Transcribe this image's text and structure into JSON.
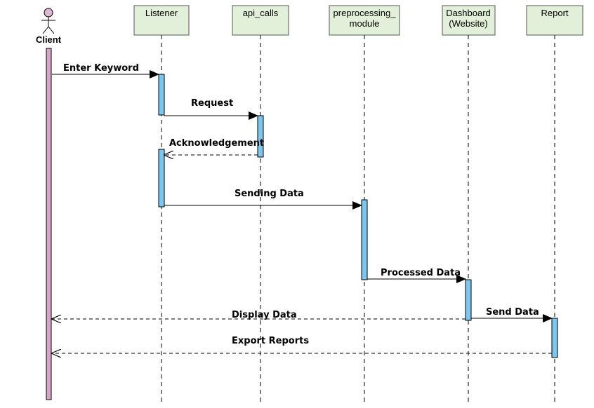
{
  "actor": {
    "label": "Client"
  },
  "participants": [
    {
      "label": "Listener",
      "line2": ""
    },
    {
      "label": "api_calls",
      "line2": ""
    },
    {
      "label": "preprocessing_",
      "line2": "module"
    },
    {
      "label": "Dashboard",
      "line2": "(Website)"
    },
    {
      "label": "Report",
      "line2": ""
    }
  ],
  "messages": [
    {
      "label": "Enter Keyword",
      "from": "Client",
      "to": "Listener",
      "style": "solid"
    },
    {
      "label": "Request",
      "from": "Listener",
      "to": "api_calls",
      "style": "solid"
    },
    {
      "label": "Acknowledgement",
      "from": "api_calls",
      "to": "Listener",
      "style": "dashed"
    },
    {
      "label": "Sending Data",
      "from": "Listener",
      "to": "preprocessing_module",
      "style": "solid"
    },
    {
      "label": "Processed Data",
      "from": "preprocessing_module",
      "to": "Dashboard",
      "style": "solid"
    },
    {
      "label": "Send Data",
      "from": "Dashboard",
      "to": "Report",
      "style": "solid"
    },
    {
      "label": "Display Data",
      "from": "Dashboard",
      "to": "Client",
      "style": "dashed"
    },
    {
      "label": "Export Reports",
      "from": "Report",
      "to": "Client",
      "style": "dashed"
    }
  ],
  "colors": {
    "participant_fill": "#e2f0d9",
    "participant_stroke": "#555555",
    "activation_fill": "#7cc6ef",
    "actor_activation_fill": "#d5a6c9",
    "actor_head_fill": "#e0b5d6"
  }
}
